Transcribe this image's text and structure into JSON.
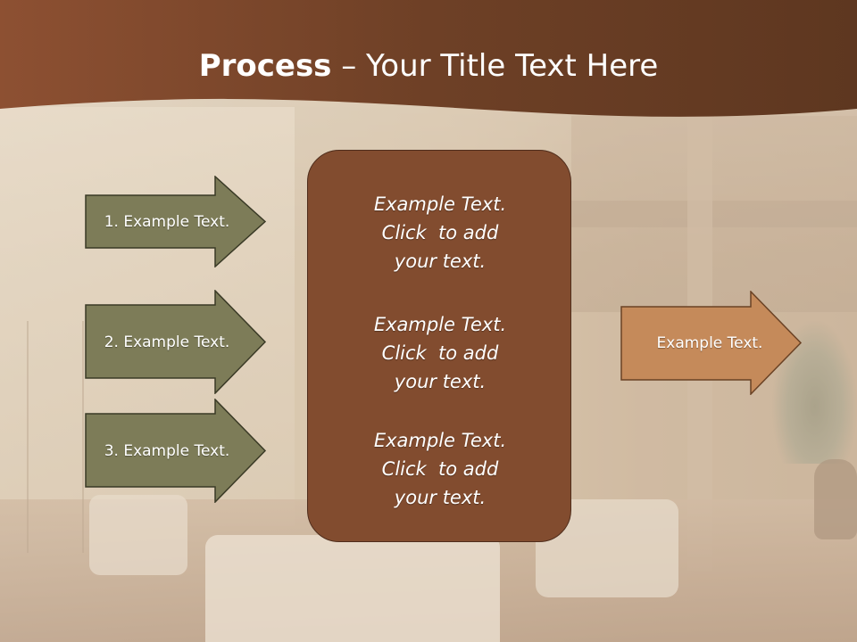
{
  "title": {
    "bold_part": "Process",
    "rest": " – Your Title Text Here"
  },
  "left_arrows": [
    {
      "label": "1. Example Text."
    },
    {
      "label": "2. Example Text."
    },
    {
      "label": "3. Example Text."
    }
  ],
  "center_box": {
    "blocks": [
      {
        "lines": [
          "Example Text.",
          "Click  to add",
          "your text."
        ]
      },
      {
        "lines": [
          "Example Text.",
          "Click  to add",
          "your text."
        ]
      },
      {
        "lines": [
          "Example Text.",
          "Click  to add",
          "your text."
        ]
      }
    ]
  },
  "right_arrow": {
    "label": "Example Text."
  },
  "colors": {
    "header_brown": "#7a4a2c",
    "left_arrow_fill": "#7d7c58",
    "center_box_fill": "#824c2f",
    "right_arrow_fill": "#c58a5a"
  }
}
